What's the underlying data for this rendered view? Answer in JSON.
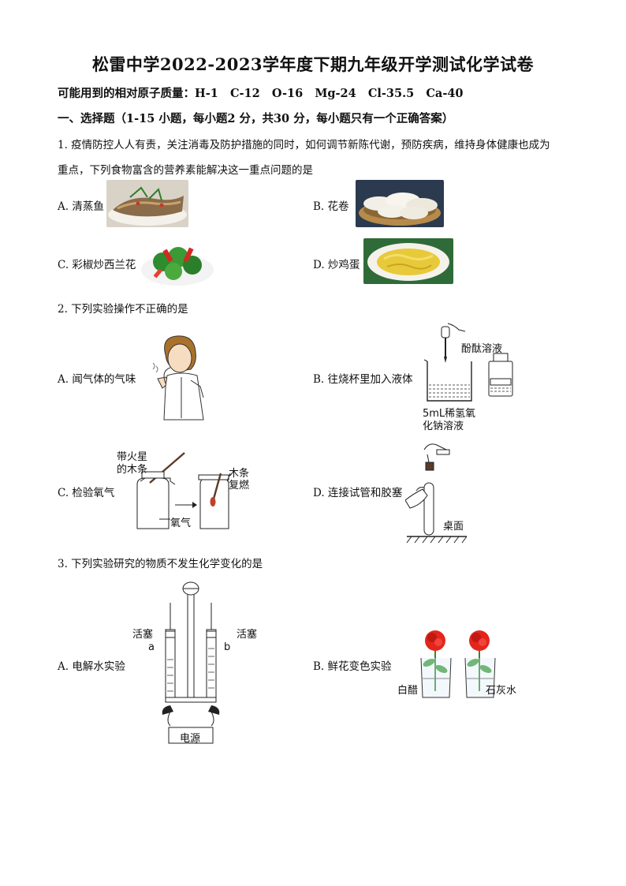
{
  "title": "松雷中学2022-2023学年度下期九年级开学测试化学试卷",
  "atomic_mass": "可能用到的相对原子质量：H-1   C-12   O-16   Mg-24   Cl-35.5   Ca-40",
  "section1": "一、选择题（1-15 小题，每小题2 分，共30 分，每小题只有一个正确答案）",
  "q1": {
    "line1": "1. 疫情防控人人有责，关注消毒及防护措施的同时，如何调节新陈代谢，预防疾病，维持身体健康也成为",
    "line2": "重点，下列食物富含的营养素能解决这一重点问题的是",
    "a": "A. 清蒸鱼",
    "b": "B. 花卷",
    "c": "C. 彩椒炒西兰花",
    "d": "D. 炒鸡蛋"
  },
  "q2": {
    "stem": "2. 下列实验操作不正确的是",
    "a": "A. 闻气体的气味",
    "b": "B. 往烧杯里加入液体",
    "b_label1": "酚酞溶液",
    "b_label2": "5mL稀氢氧",
    "b_label3": "化钠溶液",
    "c": "C. 检验氧气",
    "c_label1": "带火星",
    "c_label2": "的木条",
    "c_label3": "木条",
    "c_label4": "复燃",
    "c_label5": "氧气",
    "d": "D. 连接试管和胶塞",
    "d_label1": "桌面"
  },
  "q3": {
    "stem": "3. 下列实验研究的物质不发生化学变化的是",
    "a": "A. 电解水实验",
    "a_label_left": "活塞",
    "a_label_right": "活塞",
    "a_label_a": "a",
    "a_label_b": "b",
    "a_label_power": "电源",
    "b": "B. 鲜花变色实验",
    "b_label_left": "白醋",
    "b_label_right": "石灰水"
  }
}
